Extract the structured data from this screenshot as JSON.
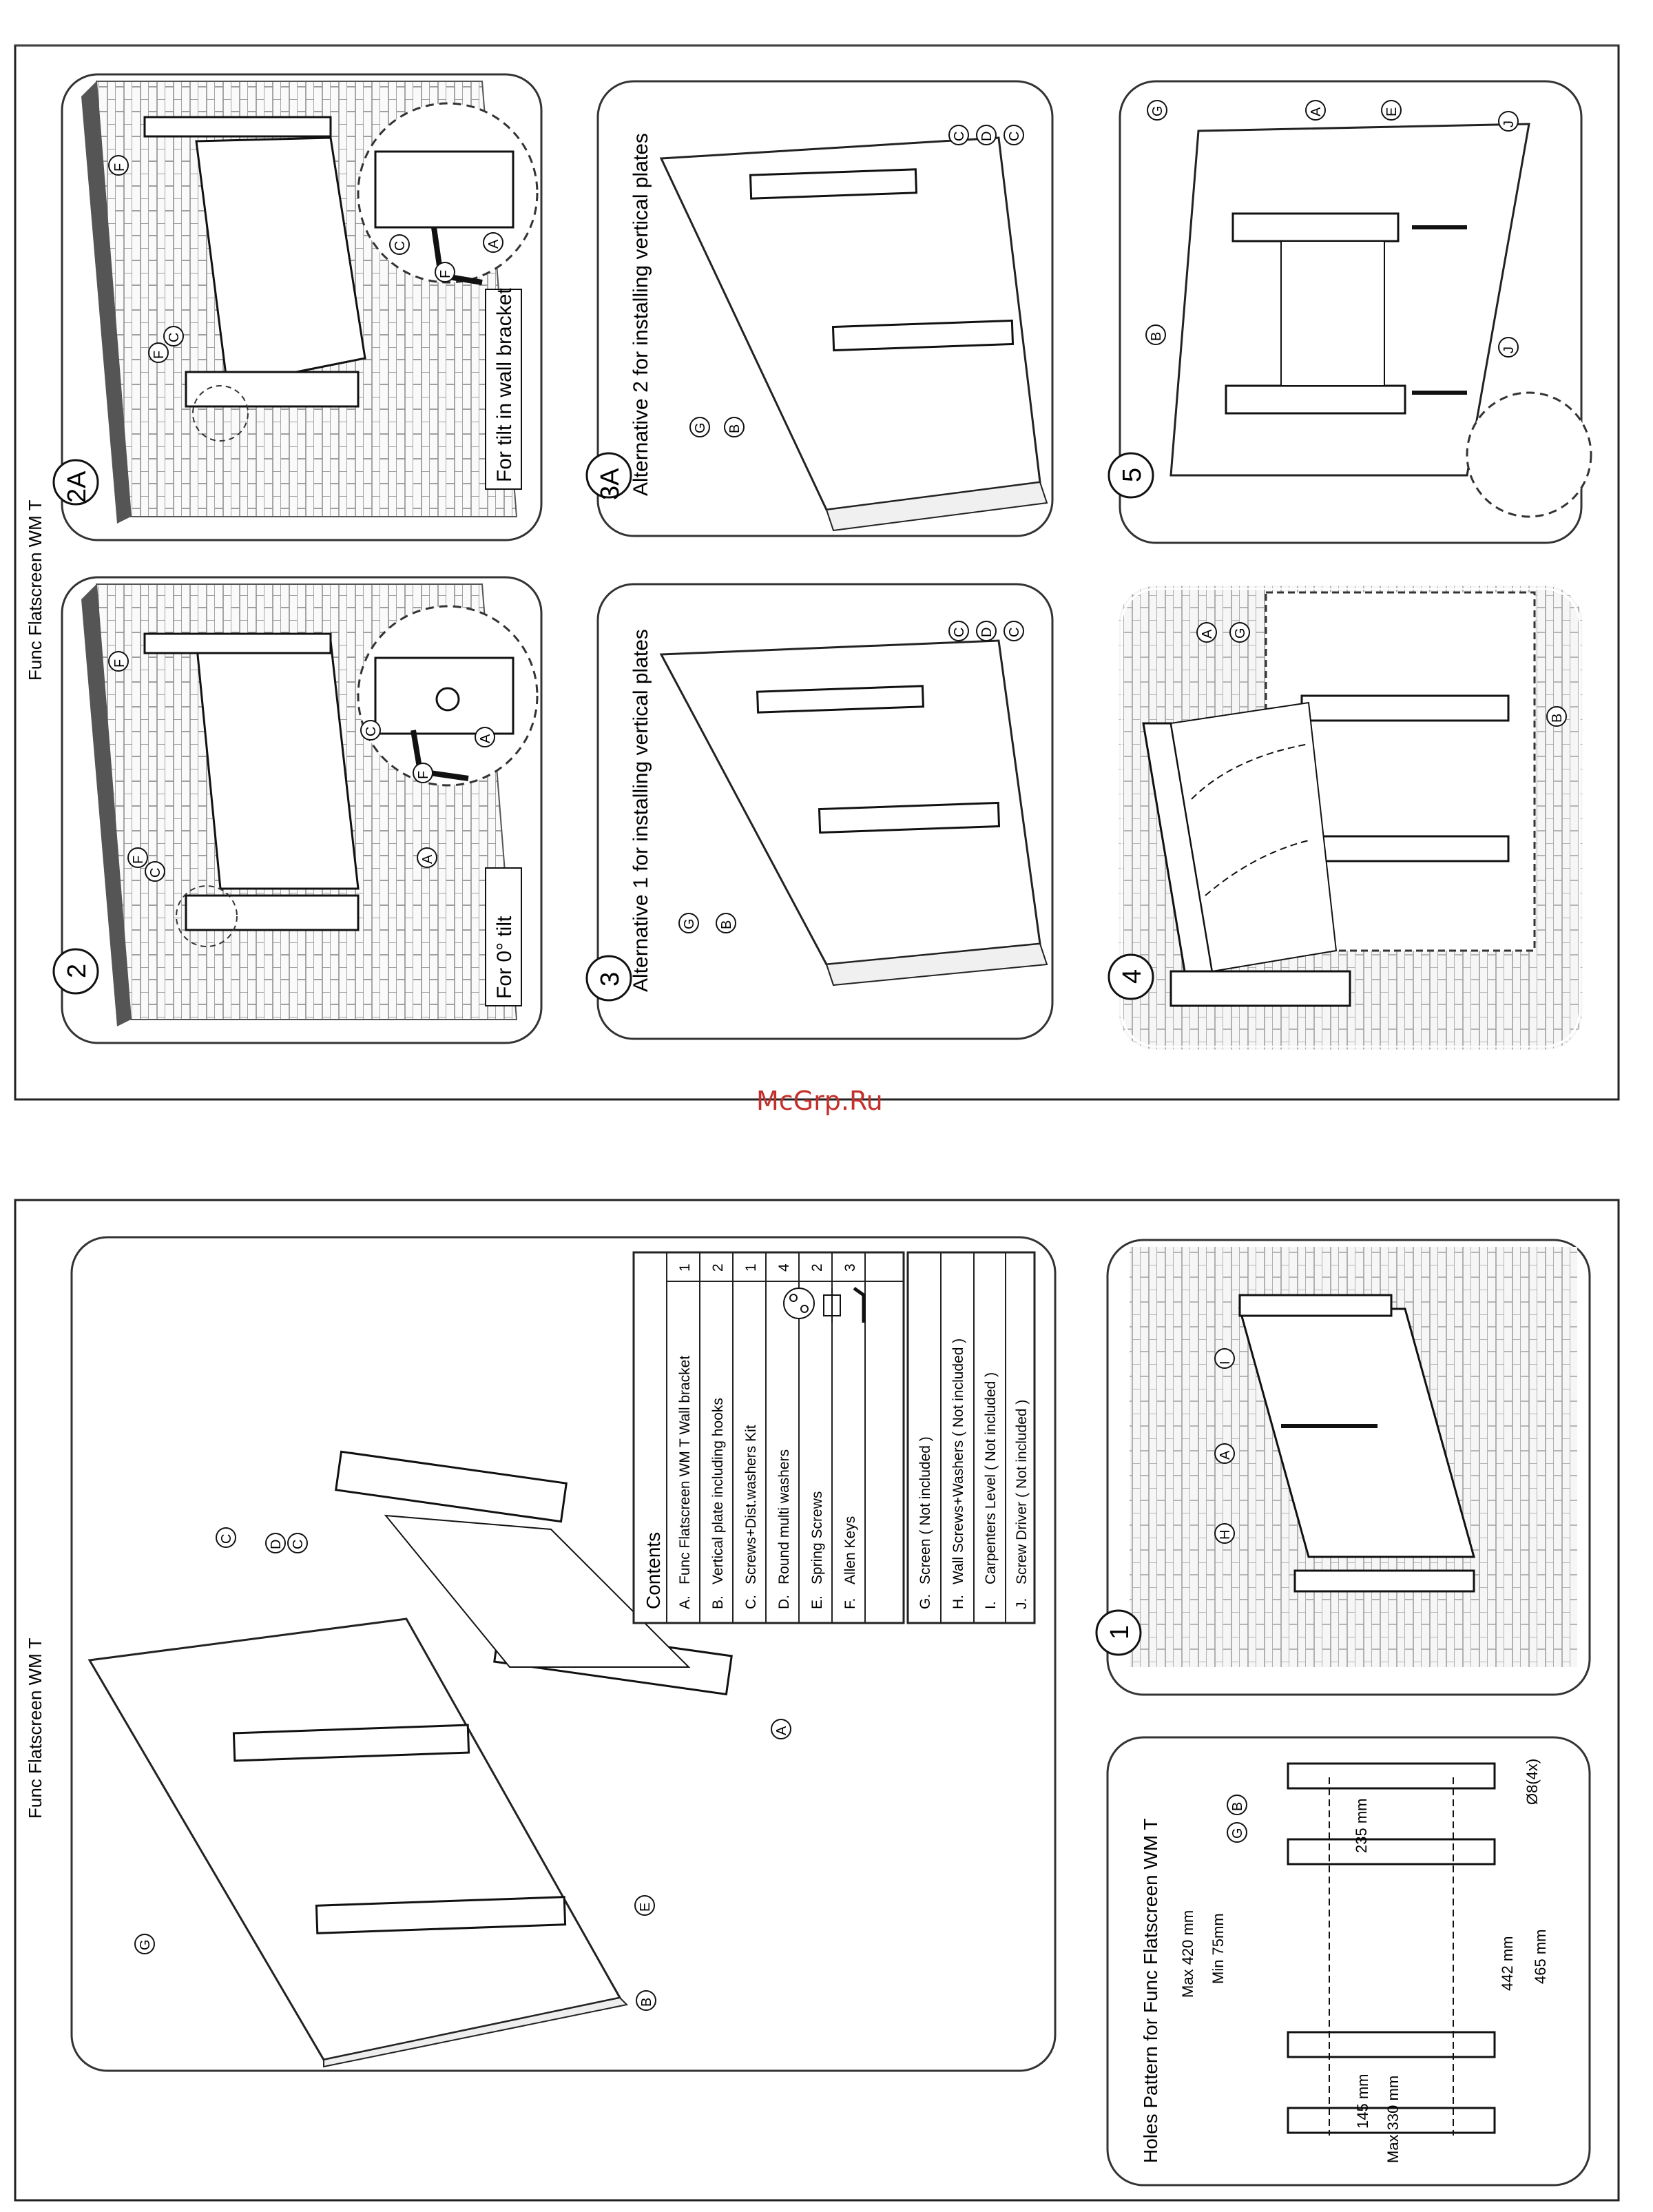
{
  "page": {
    "header_top": "Func Flatscreen WM T",
    "header_bottom": "Func Flatscreen WM T",
    "watermark": "McGrp.Ru"
  },
  "steps": {
    "s2": {
      "number": "2",
      "caption": "For 0° tilt"
    },
    "s2a": {
      "number": "2A",
      "caption": "For tilt in wall bracket"
    },
    "s3": {
      "number": "3",
      "caption": "Alternative 1 for installing vertical plates"
    },
    "s3a": {
      "number": "3A",
      "caption": "Alternative 2 for installing vertical plates"
    },
    "s4": {
      "number": "4"
    },
    "s5": {
      "number": "5"
    },
    "s1": {
      "number": "1"
    }
  },
  "callouts": [
    "A",
    "B",
    "C",
    "D",
    "E",
    "F",
    "G",
    "H",
    "I",
    "J"
  ],
  "contents": {
    "title": "Contents",
    "items": [
      {
        "letter": "A.",
        "name": "Func Flatscreen WM T Wall bracket",
        "qty": "1"
      },
      {
        "letter": "B.",
        "name": "Vertical plate including hooks",
        "qty": "2"
      },
      {
        "letter": "C.",
        "name": "Screws+Dist.washers Kit",
        "qty": "1"
      },
      {
        "letter": "D.",
        "name": "Round multi washers",
        "qty": "4"
      },
      {
        "letter": "E.",
        "name": "Spring Screws",
        "qty": "2"
      },
      {
        "letter": "F.",
        "name": "Allen Keys",
        "qty": "3"
      }
    ],
    "not_included": [
      {
        "letter": "G.",
        "name": "Screen ( Not included )"
      },
      {
        "letter": "H.",
        "name": "Wall Screws+Washers ( Not included )"
      },
      {
        "letter": "I.",
        "name": "Carpenters Level ( Not included )"
      },
      {
        "letter": "J.",
        "name": "Screw Driver ( Not included )"
      }
    ]
  },
  "holes": {
    "title": "Holes Pattern for Func Flatscreen WM T",
    "d235": "235 mm",
    "dia": "Ø8(4x)",
    "max420": "Max 420 mm",
    "min75": "Min 75mm",
    "d442": "442 mm",
    "d465": "465 mm",
    "d145": "145 mm",
    "max330": "Max 330 mm"
  }
}
